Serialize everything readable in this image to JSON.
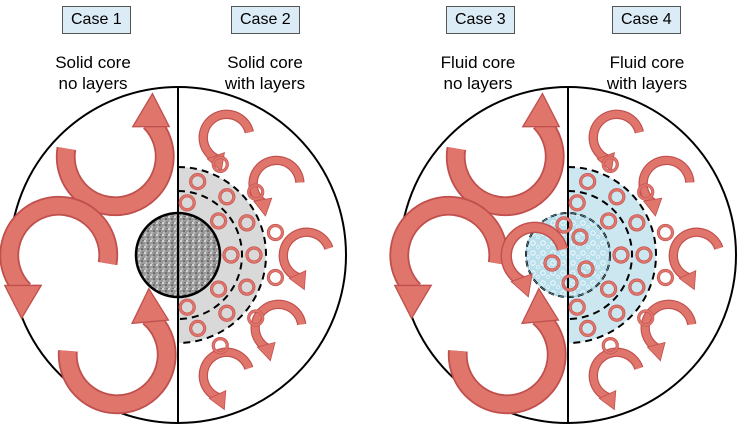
{
  "cases": [
    {
      "label": "Case 1",
      "line1": "Solid core",
      "line2": "no layers"
    },
    {
      "label": "Case 2",
      "line1": "Solid core",
      "line2": "with layers"
    },
    {
      "label": "Case 3",
      "line1": "Fluid core",
      "line2": "no layers"
    },
    {
      "label": "Case 4",
      "line1": "Fluid core",
      "line2": "with layers"
    }
  ],
  "colors": {
    "arrow_fill": "#e0756c",
    "arrow_light": "#f2b3ad",
    "arrow_stroke": "#c0504d",
    "label_bg": "#dcecf7",
    "solid_core": "#9a9a9a",
    "fluid_core": "#b9dfec",
    "layer_shade": "#d9d9d9",
    "fluid_layer_shade": "#cde7f0"
  },
  "icons": {
    "large_arrow": "circular-arrow-icon",
    "small_ring": "ring-arrow-icon"
  }
}
